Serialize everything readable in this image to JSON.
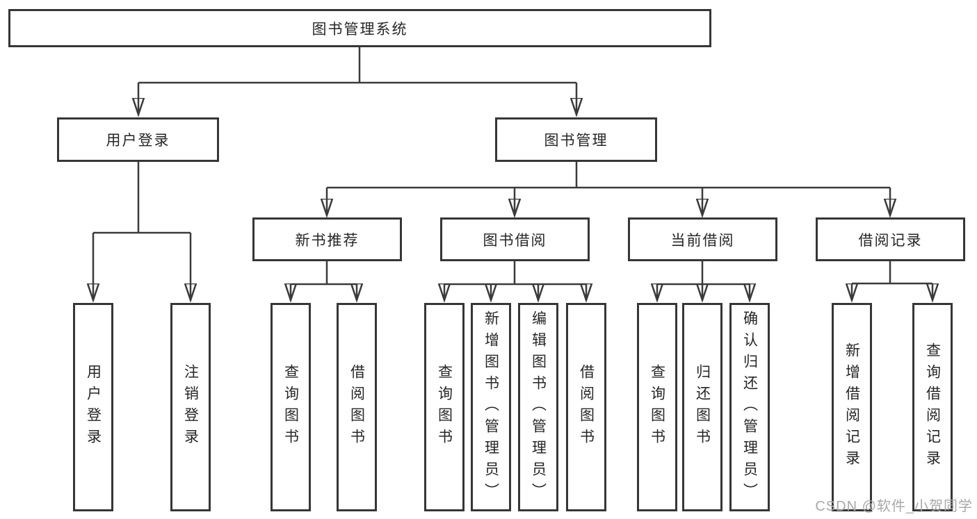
{
  "diagram": {
    "root": {
      "label": "图书管理系统"
    },
    "level2": [
      {
        "label": "用户登录"
      },
      {
        "label": "图书管理"
      }
    ],
    "level3": [
      {
        "label": "新书推荐"
      },
      {
        "label": "图书借阅"
      },
      {
        "label": "当前借阅"
      },
      {
        "label": "借阅记录"
      }
    ],
    "leaves": {
      "user_login": [
        {
          "label": "用户登录"
        },
        {
          "label": "注销登录"
        }
      ],
      "new_book": [
        {
          "label": "查询图书"
        },
        {
          "label": "借阅图书"
        }
      ],
      "book_borrow": [
        {
          "label": "查询图书"
        },
        {
          "label": "新增图书（管理员）"
        },
        {
          "label": "编辑图书（管理员）"
        },
        {
          "label": "借阅图书"
        }
      ],
      "current_borrow": [
        {
          "label": "查询图书"
        },
        {
          "label": "归还图书"
        },
        {
          "label": "确认归还（管理员）"
        }
      ],
      "borrow_record": [
        {
          "label": "新增借阅记录"
        },
        {
          "label": "查询借阅记录"
        }
      ]
    },
    "colors": {
      "line": "#3a3a3a",
      "box_border": "#363636",
      "text": "#262626",
      "background": "#ffffff",
      "watermark": "#a8a8a8"
    }
  },
  "watermark": {
    "text": "CSDN @软件_小贺同学"
  }
}
